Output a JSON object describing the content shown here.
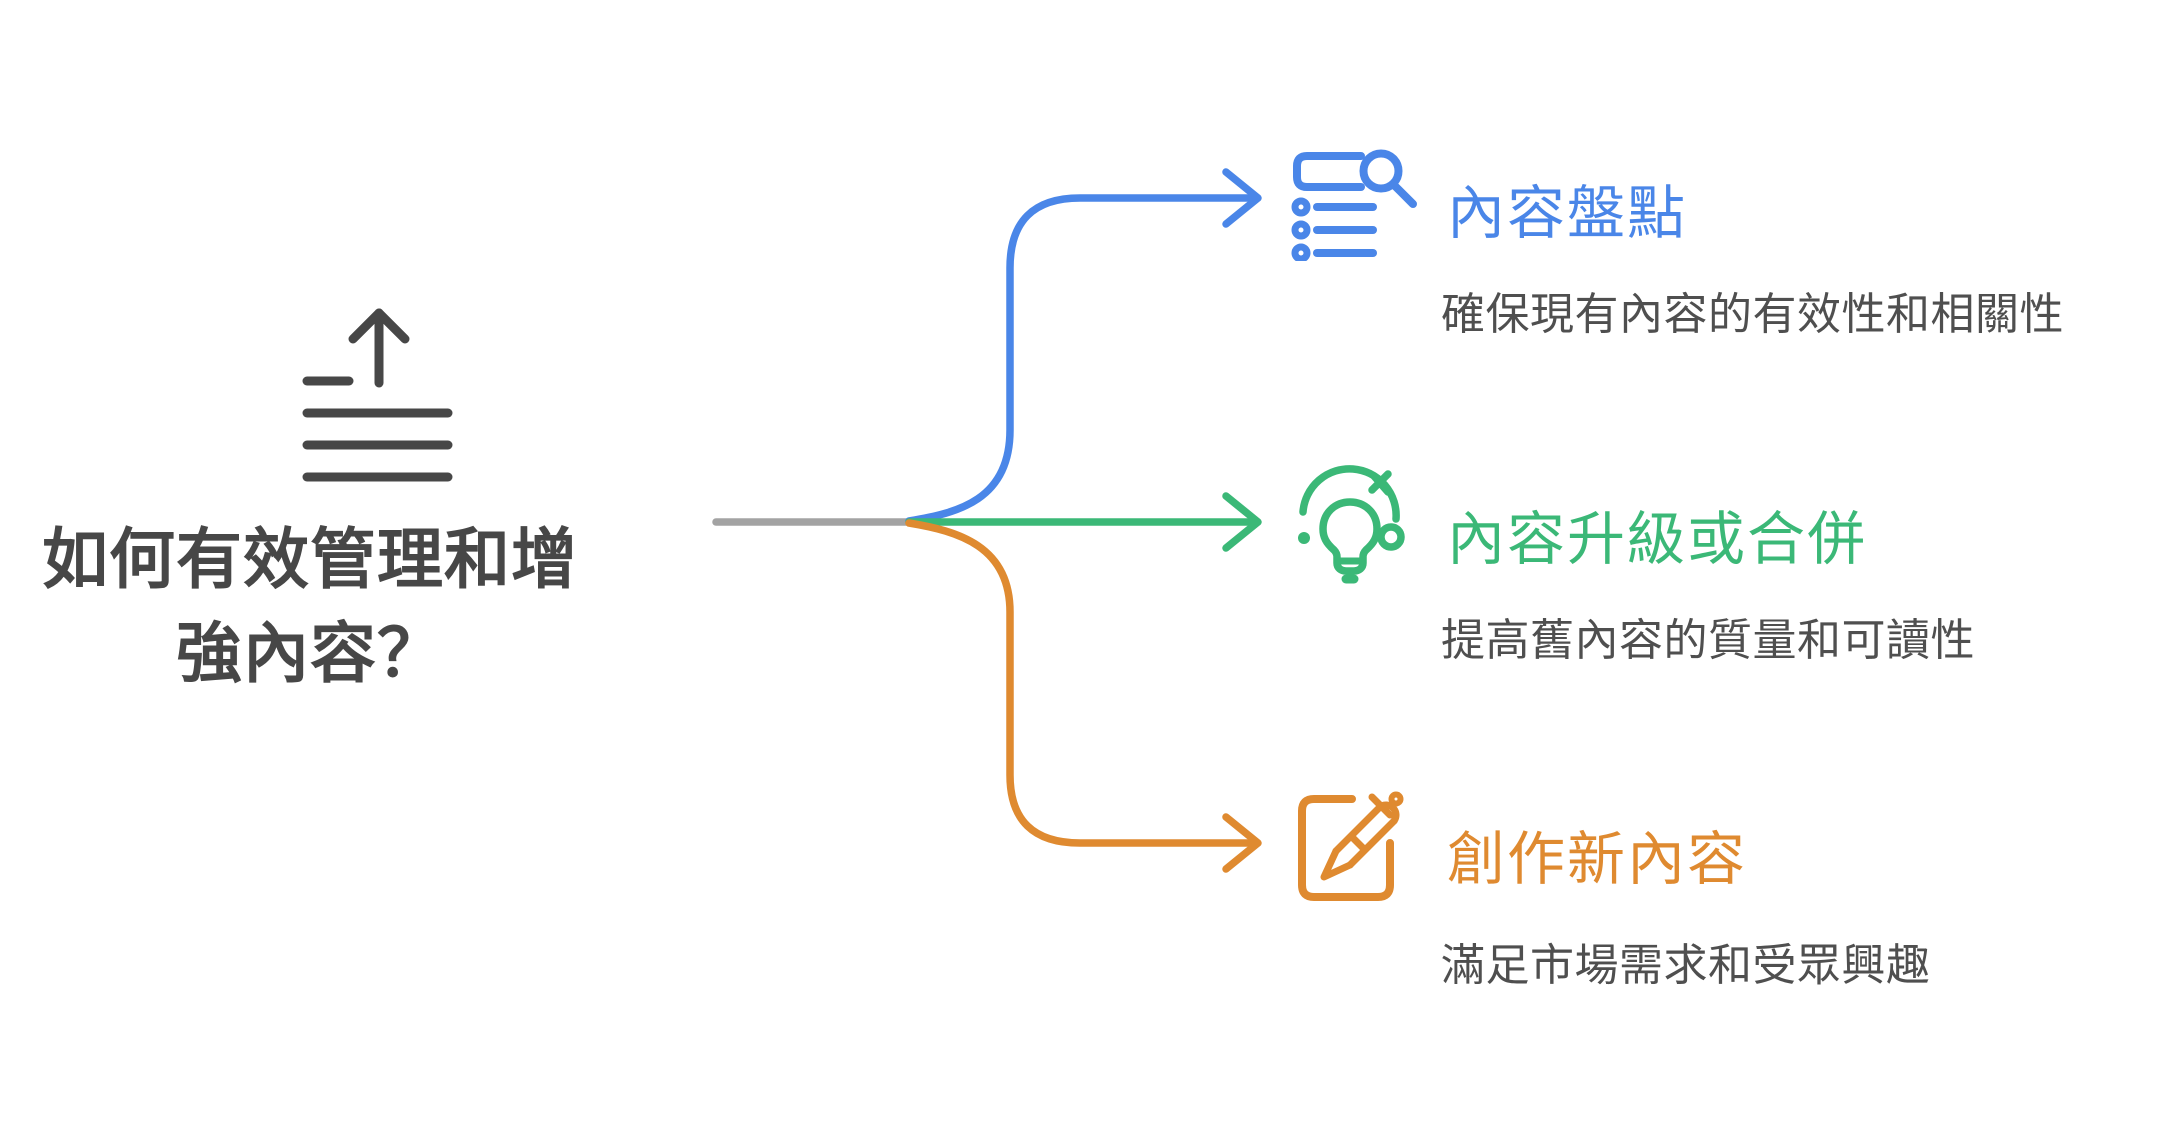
{
  "palette": {
    "blue": "#4A86E8",
    "green": "#3BB877",
    "orange": "#DF8A30",
    "gray_line": "#A3A3A3",
    "title_dark": "#474747",
    "subtitle_dark": "#4F4F4F"
  },
  "root": {
    "title": "如何有效管理和增強內容？",
    "icon": "upload-lines-icon"
  },
  "branches": [
    {
      "title": "內容盤點",
      "subtitle": "確保現有內容的有效性和相關性",
      "icon": "list-search-icon",
      "color": "#4A86E8"
    },
    {
      "title": "內容升級或合併",
      "subtitle": "提高舊內容的質量和可讀性",
      "icon": "lightbulb-refresh-icon",
      "color": "#3BB877"
    },
    {
      "title": "創作新內容",
      "subtitle": "滿足市場需求和受眾興趣",
      "icon": "pen-square-icon",
      "color": "#DF8A30"
    }
  ]
}
